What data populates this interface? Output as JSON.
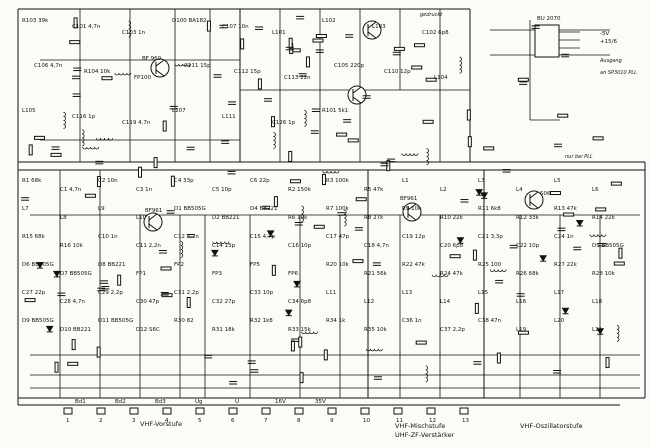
{
  "sections": {
    "vorstufe": "VHF-Vorstufe",
    "mischstufe": "VHF-Mischstufe",
    "zf_verstaerker": "UHF-ZF-Verstärker",
    "oszillator": "VHF-Oszillatorstufe"
  },
  "notes": {
    "gedruckt": "gedruckt",
    "nur_bei_pll": "nur bei PLL",
    "ausgang": "Ausgang",
    "an_pll": "an SP3010 PLL"
  },
  "ics": {
    "bu2070": "BU 2070",
    "pins": [
      "-5V",
      "+15/6"
    ]
  },
  "transistors": [
    {
      "id": "BF960",
      "label": "BF 960"
    },
    {
      "id": "T4",
      "label": "BF961"
    },
    {
      "id": "T5",
      "label": "BF961"
    },
    {
      "id": "T6",
      "label": "S06"
    }
  ],
  "top_labels": [
    "R103 39k",
    "C101 4,7n",
    "C103 1n",
    "D100 BA182",
    "C107 10n",
    "L101",
    "L102",
    "L103",
    "C102 6p8",
    "C106 4,7n",
    "R104 10k",
    "FP100",
    "C111 15p",
    "C112 15p",
    "C113 22n",
    "C105 220p",
    "C110 12p",
    "L104",
    "L105",
    "C116 1p",
    "C119 4,7n",
    "L107",
    "L111",
    "C126 1p",
    "R101 5k1"
  ],
  "mid_labels": [
    "R1 68k",
    "C1 4,7n",
    "C2 10n",
    "C3 1n",
    "C4 33p",
    "C5 10p",
    "C6 22p",
    "R2 150k",
    "R3 100k",
    "R5 47k",
    "L1",
    "L2",
    "L3",
    "L4",
    "L5",
    "L6",
    "L7",
    "L8",
    "L9",
    "L10",
    "D1 BB505G",
    "D2 BB221",
    "D4 BB221",
    "R6 10k",
    "R7 100k",
    "R8 27k",
    "R9 10k",
    "R10 22k",
    "R11 6k8",
    "R12 33k",
    "R13 47k",
    "R14 22k",
    "R15 68k",
    "R16 10k",
    "C10 1n",
    "C11 2,2n",
    "C12 4,7n",
    "C14 15p",
    "C15 4,7p",
    "C16 10p",
    "C17 47p",
    "C18 4,7n",
    "C19 12p",
    "C20 6p8",
    "C21 3,3p",
    "C22 10p",
    "C24 1n",
    "D5 BB505G",
    "D6 BB505G",
    "D7 BB505G",
    "D8 BB221",
    "FP1",
    "FP2",
    "FP3",
    "FP5",
    "FP6",
    "R20 10k",
    "R21 56k",
    "R22 47k",
    "R24 47k",
    "R25 100",
    "R26 68k",
    "R27 22k",
    "R28 10k",
    "C27 22p",
    "C28 4,7n",
    "C29 2,2p",
    "C30 47p",
    "C31 2,2p",
    "C32 27p",
    "C33 10p",
    "C34 6p8",
    "L11",
    "L12",
    "L13",
    "L14",
    "L15",
    "L16",
    "L17",
    "L18",
    "D9 BB505G",
    "D10 BB221",
    "D11 BB505G",
    "D12 S6C",
    "R30 82",
    "R31 18k",
    "R32 1k8",
    "R33 15k",
    "R34 1k",
    "R35 10k",
    "C36 1n",
    "C37 2,2p",
    "C38 47n",
    "L19",
    "L20",
    "L21"
  ],
  "bottom_pins": [
    "1",
    "2",
    "3",
    "4",
    "5",
    "6",
    "7",
    "8",
    "9",
    "10",
    "11",
    "12",
    "13"
  ],
  "bottom_labels": [
    "Bd1",
    "Bd2",
    "Bd3",
    "Ug",
    "U",
    "16V",
    "35V"
  ]
}
